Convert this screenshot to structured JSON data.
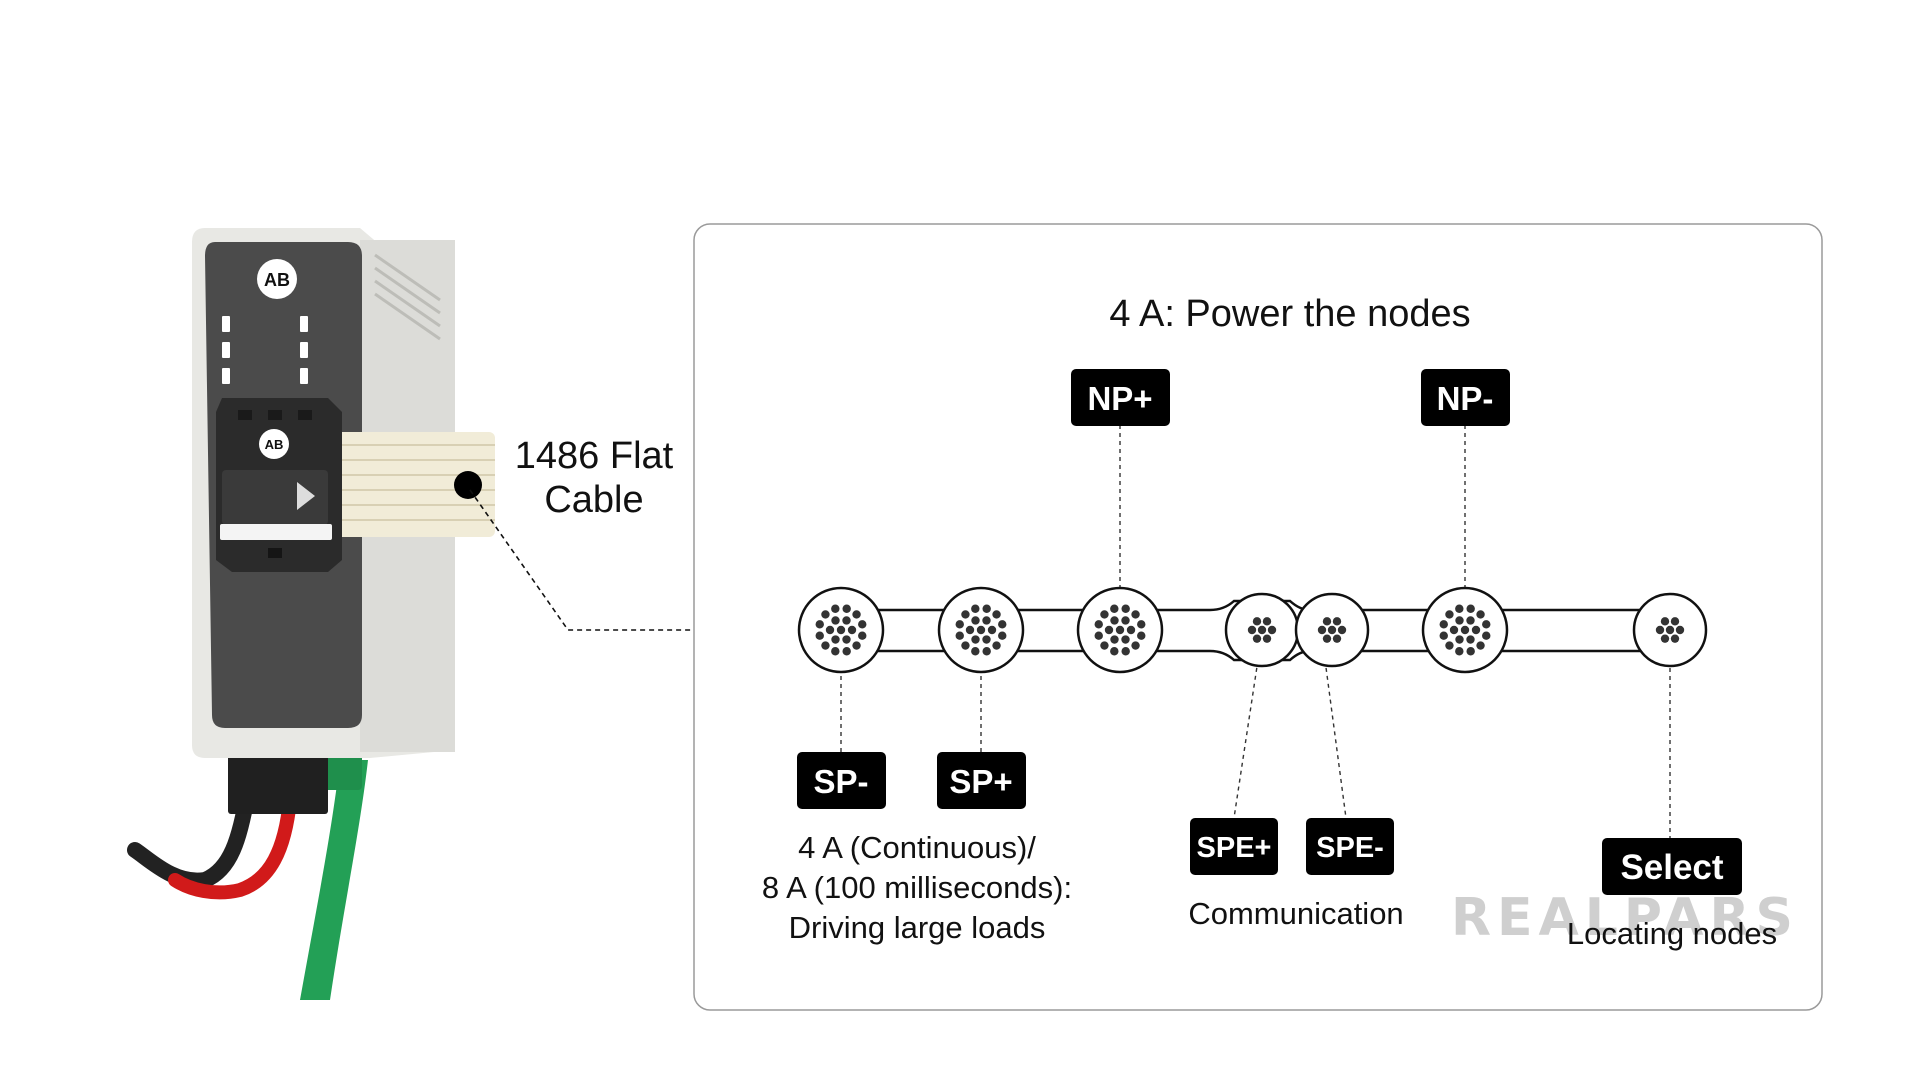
{
  "colors": {
    "tag_bg": "#000000",
    "tag_text": "#ffffff",
    "panel_border": "#9a9a9a",
    "module_body": "#e9e9e6",
    "module_face": "#4a4a4a",
    "cable_ribbon": "#f1ecd8",
    "wire_red": "#d11a1a",
    "wire_green": "#23a056",
    "watermark": "#cfcfcf"
  },
  "device": {
    "logo_text": "AB",
    "cable_label_line1": "1486 Flat",
    "cable_label_line2": "Cable"
  },
  "diagram": {
    "title": "4 A: Power the nodes",
    "tags": {
      "np_plus": "NP+",
      "np_minus": "NP-",
      "sp_minus": "SP-",
      "sp_plus": "SP+",
      "spe_plus": "SPE+",
      "spe_minus": "SPE-",
      "select": "Select"
    },
    "captions": {
      "sp_line1": "4 A (Continuous)/",
      "sp_line2": "8 A (100 milliseconds):",
      "sp_line3": "Driving large loads",
      "communication": "Communication",
      "locating": "Locating nodes"
    }
  },
  "watermark": "REALPARS",
  "icons": [
    "ab-logo-icon",
    "play-arrow-icon",
    "conductor-icon"
  ]
}
